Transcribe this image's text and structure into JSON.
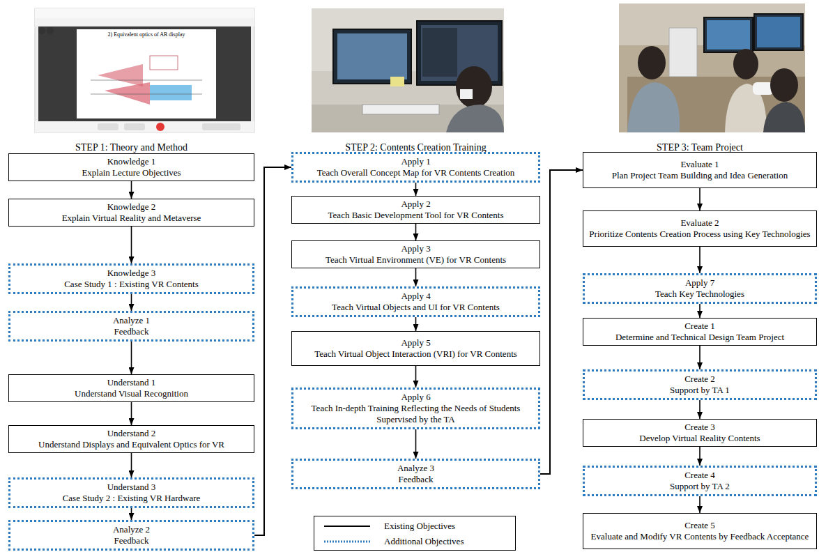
{
  "diagram": {
    "nodes": [
      {
        "text": [
          "Knowledge 1",
          "Explain Lecture Objectives"
        ]
      },
      {
        "text": [
          "Knowledge 2",
          "Explain Virtual Reality and Metaverse"
        ]
      },
      {
        "text": [
          "Knowledge 3",
          "Case Study 1 : Existing VR Contents"
        ]
      },
      {
        "text": [
          "Analyze 1",
          "Feedback"
        ]
      },
      {
        "text": [
          "Understand 1",
          "Understand Visual Recognition"
        ]
      },
      {
        "text": [
          "Understand 2",
          "Understand Displays and Equivalent Optics for VR"
        ]
      },
      {
        "text": [
          "Understand 3",
          "Case Study 2 : Existing VR Hardware"
        ]
      },
      {
        "text": [
          "Analyze 2",
          "Feedback"
        ]
      },
      {
        "text": [
          "Apply 1",
          "Teach Overall Concept Map for VR Contents Creation"
        ]
      },
      {
        "text": [
          "Apply 2",
          "Teach Basic Development Tool for VR Contents"
        ]
      },
      {
        "text": [
          "Apply 3",
          "Teach Virtual Environment (VE) for VR Contents"
        ]
      },
      {
        "text": [
          "Apply 4",
          "Teach Virtual Objects and UI for VR Contents"
        ]
      },
      {
        "text": [
          "Apply 5",
          "Teach Virtual Object Interaction (VRI) for VR Contents"
        ]
      },
      {
        "text": [
          "Apply 6",
          "Teach In-depth Training Reflecting the Needs of Students Supervised by the TA"
        ]
      },
      {
        "text": [
          "Analyze 3",
          "Feedback"
        ]
      },
      {
        "text": [
          "Evaluate 1",
          "Plan Project Team Building and Idea Generation"
        ]
      },
      {
        "text": [
          "Evaluate 2",
          "Prioritize Contents Creation Process using Key Technologies"
        ]
      },
      {
        "text": [
          "Apply 7",
          "Teach Key Technologies"
        ]
      },
      {
        "text": [
          "Create 1",
          "Determine and Technical Design Team Project"
        ]
      },
      {
        "text": [
          "Create 2",
          "Support by TA 1"
        ]
      },
      {
        "text": [
          "Create 3",
          "Develop Virtual Reality Contents"
        ]
      },
      {
        "text": [
          "Create 4",
          "Support by TA 2"
        ]
      },
      {
        "text": [
          "Create 5",
          "Evaluate and Modify VR Contents by Feedback Acceptance"
        ]
      }
    ],
    "edges": [
      {
        "from": 0,
        "to": 1,
        "arrow": "to"
      },
      {
        "from": 1,
        "to": 2,
        "arrow": "to"
      },
      {
        "from": 2,
        "to": 3,
        "arrow": "to"
      },
      {
        "from": 3,
        "to": 4,
        "arrow": "to"
      },
      {
        "from": 4,
        "to": 5,
        "arrow": "to"
      },
      {
        "from": 5,
        "to": 6,
        "arrow": "to"
      },
      {
        "from": 6,
        "to": 7,
        "arrow": "to"
      },
      {
        "from": 7,
        "to": 8,
        "arrow": "to"
      },
      {
        "from": 8,
        "to": 9,
        "arrow": "to"
      },
      {
        "from": 9,
        "to": 10,
        "arrow": "to"
      },
      {
        "from": 10,
        "to": 11,
        "arrow": "to"
      },
      {
        "from": 11,
        "to": 12,
        "arrow": "to"
      },
      {
        "from": 12,
        "to": 13,
        "arrow": "to"
      },
      {
        "from": 13,
        "to": 14,
        "arrow": "to"
      },
      {
        "from": 14,
        "to": 15,
        "arrow": "to"
      },
      {
        "from": 15,
        "to": 16,
        "arrow": "to"
      },
      {
        "from": 16,
        "to": 17,
        "arrow": "to"
      },
      {
        "from": 17,
        "to": 18,
        "arrow": "to"
      },
      {
        "from": 18,
        "to": 19,
        "arrow": "to"
      },
      {
        "from": 19,
        "to": 20,
        "arrow": "to"
      },
      {
        "from": 20,
        "to": 21,
        "arrow": "to"
      },
      {
        "from": 21,
        "to": 22,
        "arrow": "to"
      }
    ],
    "labels": [
      "2) Equivalent optics of AR display",
      "STEP 1: Theory and Method",
      "STEP 2: Contents Creation Training",
      "STEP 3: Team Project"
    ],
    "legend": [
      {
        "text": "Existing Objectives"
      },
      {
        "text": "Additional Objectives"
      }
    ]
  }
}
